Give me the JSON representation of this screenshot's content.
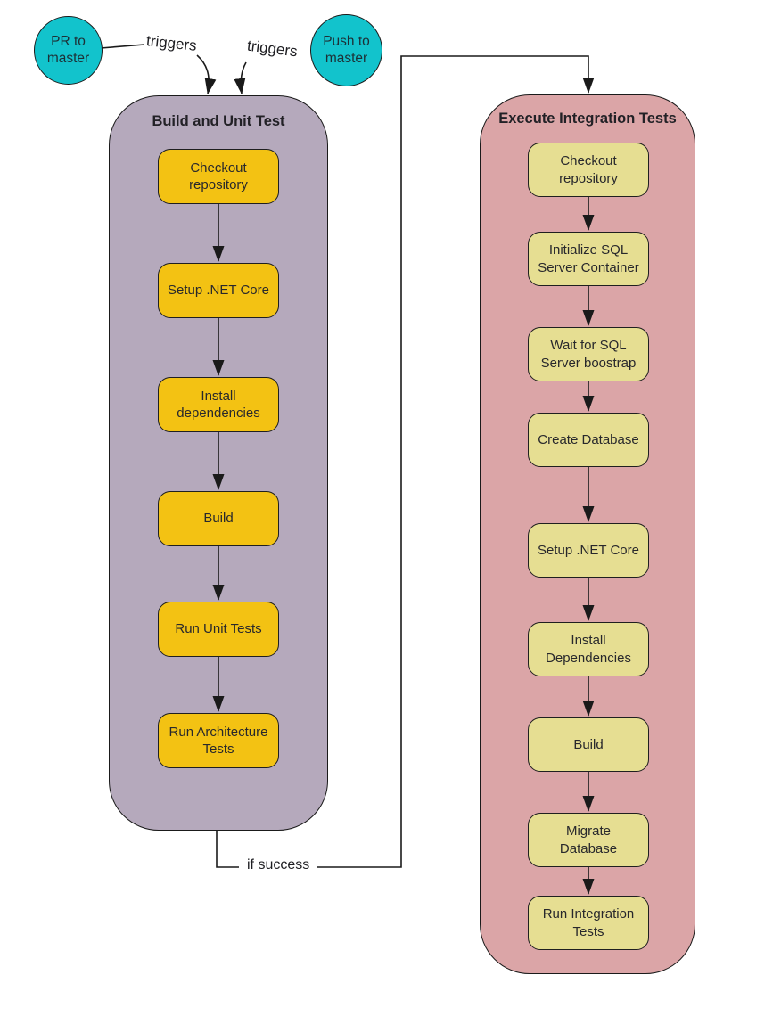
{
  "diagram": {
    "triggers": [
      {
        "label": "PR to master",
        "edge_label": "triggers"
      },
      {
        "label": "Push to master",
        "edge_label": "triggers"
      }
    ],
    "edge_if_success": "if success",
    "workflows": [
      {
        "title": "Build and Unit Test",
        "steps": [
          "Checkout repository",
          "Setup .NET Core",
          "Install dependencies",
          "Build",
          "Run Unit Tests",
          "Run Architecture Tests"
        ]
      },
      {
        "title": "Execute Integration Tests",
        "steps": [
          "Checkout repository",
          "Initialize SQL Server Container",
          "Wait for SQL Server boostrap",
          "Create Database",
          "Setup .NET Core",
          "Install Dependencies",
          "Build",
          "Migrate Database",
          "Run Integration Tests"
        ]
      }
    ]
  },
  "colors": {
    "trigger_circle": "#12c3cc",
    "build_container": "#b5a9bc",
    "build_step": "#f3c213",
    "integration_container": "#dba5a7",
    "integration_step": "#e6de92",
    "connector_line": "#1a1a1a",
    "background": "#ffffff"
  }
}
